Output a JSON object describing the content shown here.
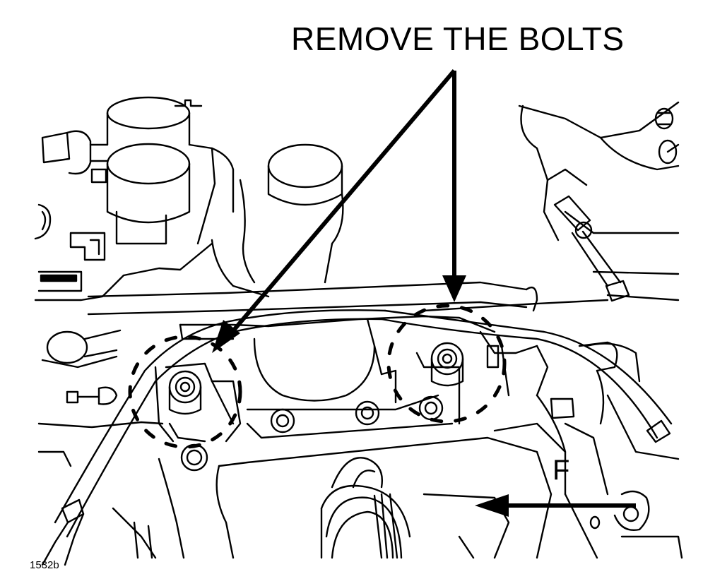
{
  "callout_text": "REMOVE THE BOLTS",
  "direction_label": "F",
  "figure_ref": "1532b",
  "colors": {
    "ink": "#000000",
    "paper": "#ffffff"
  },
  "parts": [
    {
      "name": "bolt-left",
      "role": "bolt to remove"
    },
    {
      "name": "bolt-right",
      "role": "bolt to remove"
    }
  ]
}
